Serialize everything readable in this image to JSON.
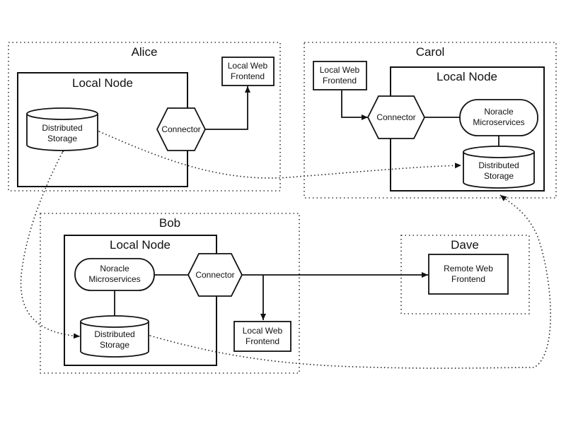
{
  "groups": {
    "alice": "Alice",
    "carol": "Carol",
    "bob": "Bob",
    "dave": "Dave"
  },
  "nodes": {
    "alice": "Local Node",
    "carol": "Local Node",
    "bob": "Local Node"
  },
  "components": {
    "alice_storage": [
      "Distributed",
      "Storage"
    ],
    "alice_connector": "Connector",
    "alice_frontend": [
      "Local Web",
      "Frontend"
    ],
    "carol_frontend": [
      "Local Web",
      "Frontend"
    ],
    "carol_connector": "Connector",
    "carol_microservices": [
      "Noracle",
      "Microservices"
    ],
    "carol_storage": [
      "Distributed",
      "Storage"
    ],
    "bob_microservices": [
      "Noracle",
      "Microservices"
    ],
    "bob_connector": "Connector",
    "bob_storage": [
      "Distributed",
      "Storage"
    ],
    "bob_frontend": [
      "Local Web",
      "Frontend"
    ],
    "dave_frontend": [
      "Remote Web",
      "Frontend"
    ]
  }
}
